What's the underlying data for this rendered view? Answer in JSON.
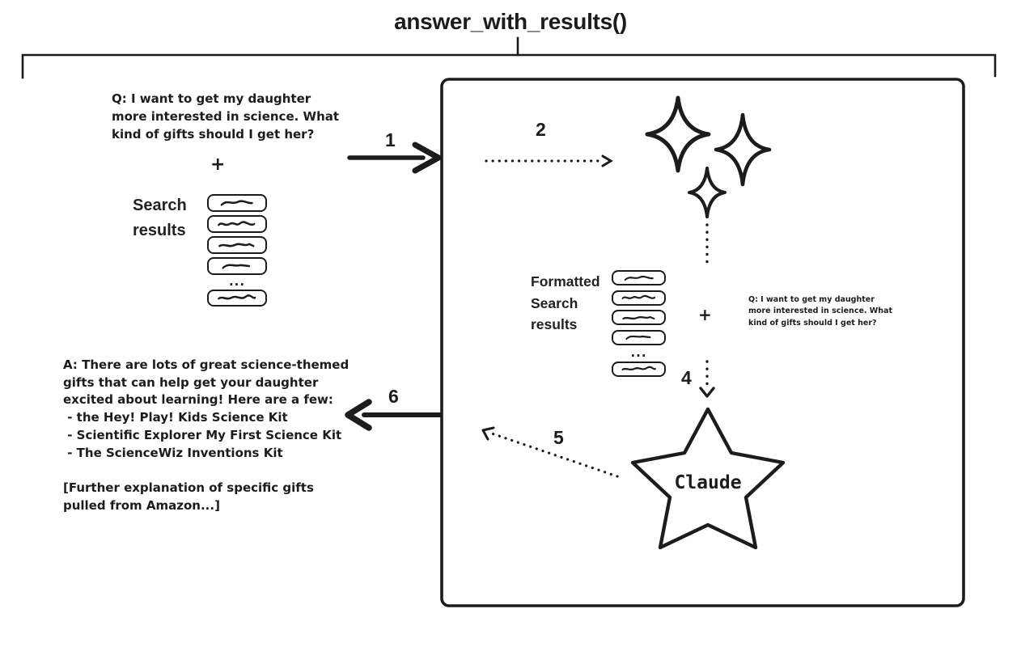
{
  "diagram": {
    "title": "answer_with_results()",
    "ink_color": "#1c1c1c",
    "background_color": "#ffffff"
  },
  "input": {
    "question": "Q: I want to get my daughter\nmore interested in science. What\nkind of gifts should I get her?",
    "plus": "+",
    "search_results_label": "Search\nresults",
    "ellipsis": "..."
  },
  "steps": {
    "s1": "1",
    "s2": "2",
    "s4": "4",
    "s5": "5",
    "s6": "6"
  },
  "processing_box": {
    "formatted_results_label": "Formatted\nSearch\nresults",
    "plus": "+",
    "question": "Q: I want to get my daughter\nmore interested in science. What\nkind of gifts should I get her?",
    "claude_label": "Claude",
    "ellipsis": "..."
  },
  "output": {
    "answer": "A: There are lots of great science-themed\ngifts that can help get your daughter\nexcited about learning! Here are a few:\n - the Hey! Play! Kids Science Kit\n - Scientific Explorer My First Science Kit\n - The ScienceWiz Inventions Kit\n\n[Further explanation of specific gifts\npulled from Amazon...]"
  }
}
